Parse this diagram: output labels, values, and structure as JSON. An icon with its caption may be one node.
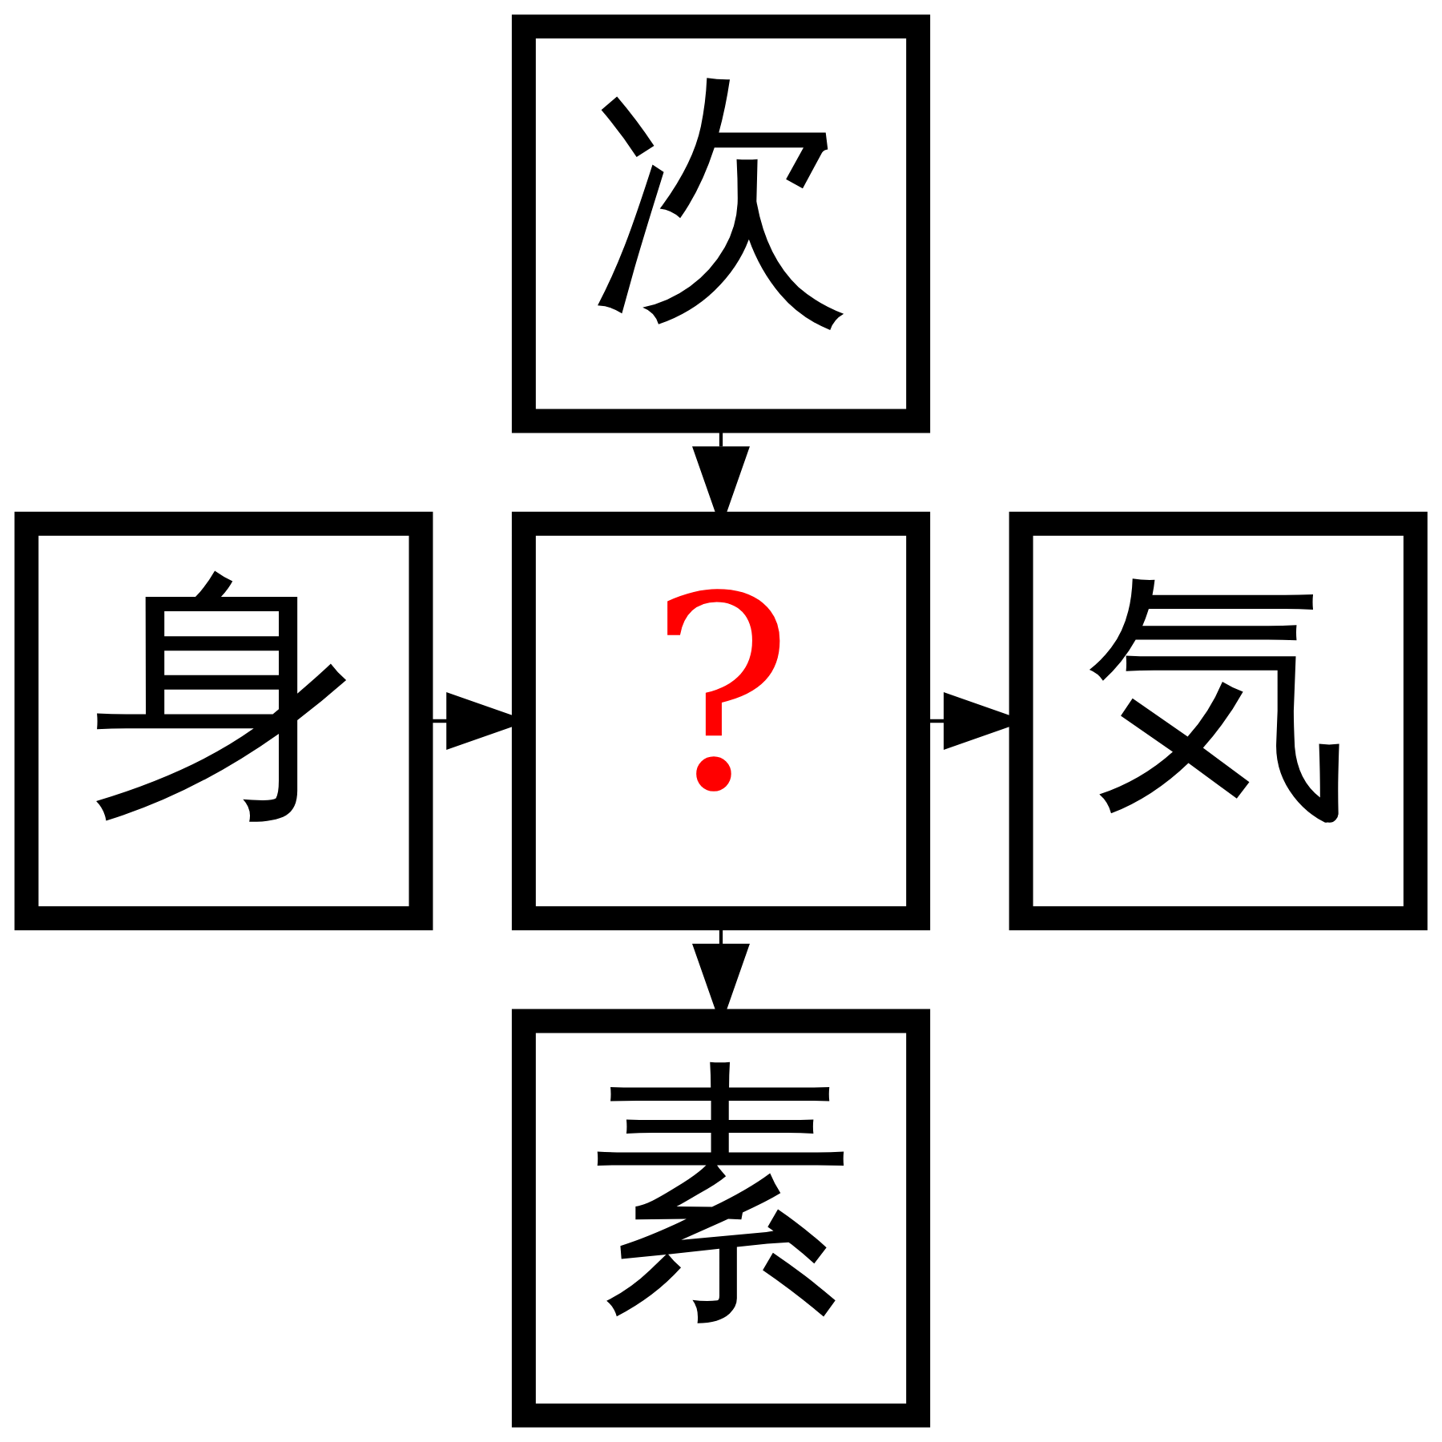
{
  "diagram": {
    "nodes": [
      {
        "text": [
          "次"
        ]
      },
      {
        "text": [
          "身"
        ]
      },
      {
        "text": [
          "?"
        ]
      },
      {
        "text": [
          "気"
        ]
      },
      {
        "text": [
          "素"
        ]
      }
    ],
    "edges": [
      {
        "from": 0,
        "to": 2,
        "arrow": "to"
      },
      {
        "from": 1,
        "to": 2,
        "arrow": "to"
      },
      {
        "from": 2,
        "to": 3,
        "arrow": "to"
      },
      {
        "from": 2,
        "to": 4,
        "arrow": "to"
      }
    ]
  }
}
